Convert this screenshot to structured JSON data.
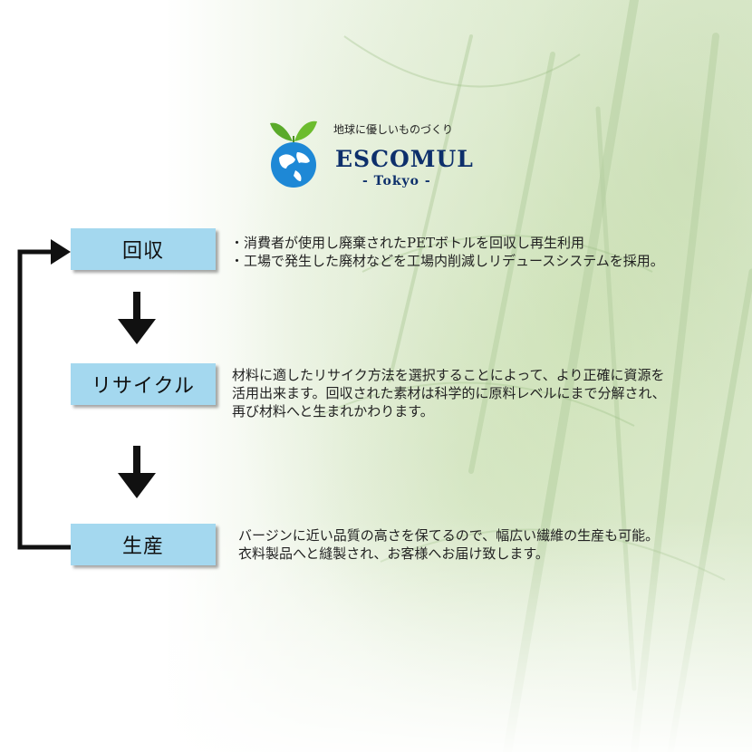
{
  "logo": {
    "tagline": "地球に優しいものづくり",
    "brand": "ESCOMUL",
    "sub": "- Tokyo -",
    "icon": "sprout-globe-icon"
  },
  "steps": [
    {
      "label": "回収",
      "desc": [
        "・消費者が使用し廃棄されたPETボトルを回収し再生利用",
        "・工場で発生した廃材などを工場内削減しリデュースシステムを採用。"
      ]
    },
    {
      "label": "リサイクル",
      "desc": [
        "材料に適したリサイク方法を選択することによって、より正確に資源を",
        "活用出来ます。回収された素材は科学的に原料レベルにまで分解され、",
        "再び材料へと生まれかわります。"
      ]
    },
    {
      "label": "生産",
      "desc": [
        "バージンに近い品質の高さを保てるので、幅広い繊維の生産も可能。",
        "衣料製品へと縫製され、お客様へお届け致します。"
      ]
    }
  ],
  "colors": {
    "step_box": "#a4d8ef",
    "brand_text": "#0d2f6b",
    "arrow": "#111111"
  }
}
